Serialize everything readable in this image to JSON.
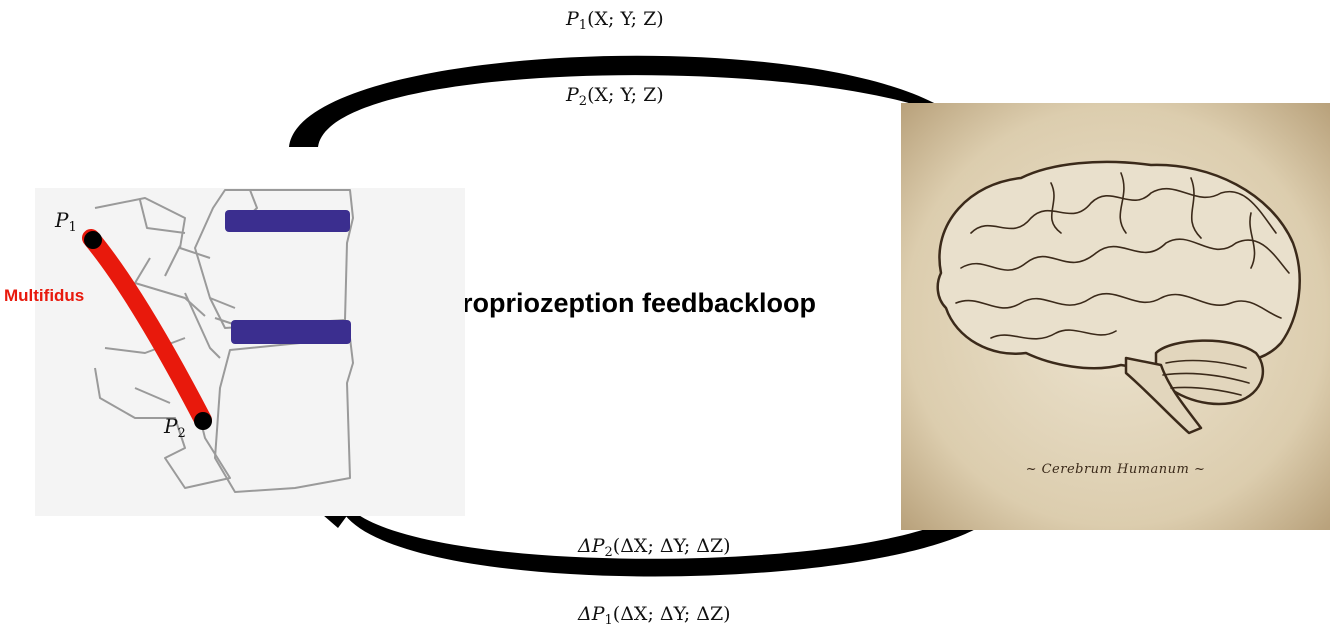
{
  "title": "Propriozeption feedbackloop",
  "spine": {
    "muscle_label": "Multifidus",
    "point1_letter": "P",
    "point1_sub": "1",
    "point2_letter": "P",
    "point2_sub": "2"
  },
  "brain": {
    "caption": "~ Cerebrum Humanum ~"
  },
  "top_arrow_labels": [
    {
      "point": "P",
      "sub": "1",
      "args": "(X; Y; Z)"
    },
    {
      "point": "P",
      "sub": "2",
      "args": "(X; Y; Z)"
    }
  ],
  "bottom_arrow_labels": [
    {
      "point": "ΔP",
      "sub": "2",
      "args": "(ΔX; ΔY; ΔZ)"
    },
    {
      "point": "ΔP",
      "sub": "1",
      "args": "(ΔX; ΔY; ΔZ)"
    }
  ],
  "colors": {
    "muscle": "#e8190c",
    "disc": "#3b2e8f",
    "arrow": "#000000",
    "parchment": "#e3d7bd"
  }
}
